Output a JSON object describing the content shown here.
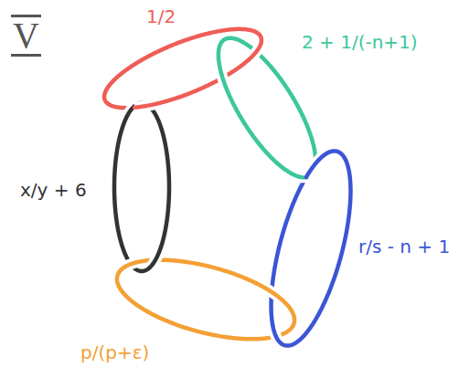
{
  "diagram": {
    "title": "V",
    "labels": [
      "1/2",
      "2 + 1/(-n+1)",
      "r/s - n + 1",
      "p/(p+ε)",
      "x/y + 6"
    ]
  }
}
